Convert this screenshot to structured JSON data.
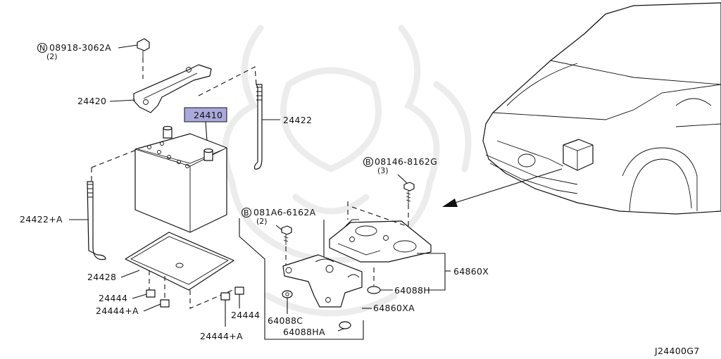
{
  "diagram_id": "J24400G7",
  "highlight_color": "#a9a9dc",
  "callouts": {
    "bolt_n": "08918-3062A",
    "bolt_n_qty": "(2)",
    "hold_down_bracket": "24420",
    "battery": "24410",
    "rod": "24422",
    "rod_a": "24422+A",
    "battery_tray": "24428",
    "spacer_1": "24444",
    "spacer_1a": "24444+A",
    "spacer_2a": "24444+A",
    "spacer_2": "24444",
    "bolt_b1": "08146-8162G",
    "bolt_b1_qty": "(3)",
    "bolt_b2": "081A6-6162A",
    "bolt_b2_qty": "(2)",
    "support_upper": "64860X",
    "grommet_h": "64088H",
    "support_lower": "64860XA",
    "clip_c": "64088C",
    "grommet_ha": "64088HA"
  },
  "symbols": {
    "n": "N",
    "b": "B"
  }
}
